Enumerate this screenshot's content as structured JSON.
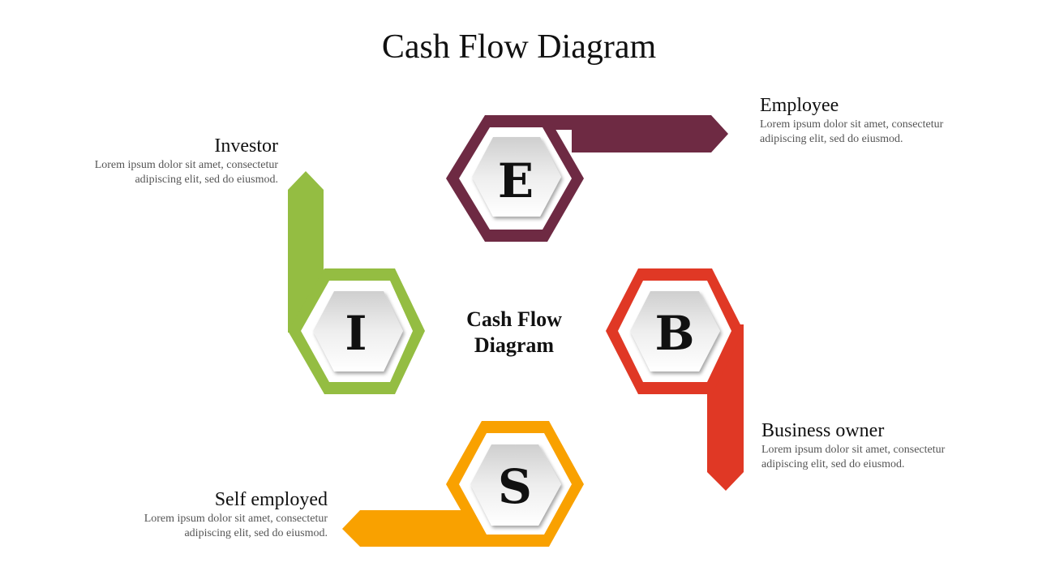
{
  "title": "Cash Flow Diagram",
  "center_label": {
    "line1": "Cash Flow",
    "line2": "Diagram"
  },
  "colors": {
    "employee": "#6e2a43",
    "investor": "#94bd42",
    "business": "#e03825",
    "self": "#f9a100"
  },
  "nodes": [
    {
      "id": "employee",
      "letter": "E",
      "heading": "Employee",
      "text_line1": "Lorem ipsum dolor sit amet, consectetur",
      "text_line2": "adipiscing elit, sed do eiusmod."
    },
    {
      "id": "investor",
      "letter": "I",
      "heading": "Investor",
      "text_line1": "Lorem ipsum dolor sit amet, consectetur",
      "text_line2": "adipiscing elit, sed do eiusmod."
    },
    {
      "id": "business",
      "letter": "B",
      "heading": "Business owner",
      "text_line1": "Lorem ipsum dolor sit amet, consectetur",
      "text_line2": "adipiscing elit, sed do eiusmod."
    },
    {
      "id": "self",
      "letter": "S",
      "heading": "Self employed",
      "text_line1": "Lorem ipsum dolor sit amet, consectetur",
      "text_line2": "adipiscing elit, sed do eiusmod."
    }
  ]
}
